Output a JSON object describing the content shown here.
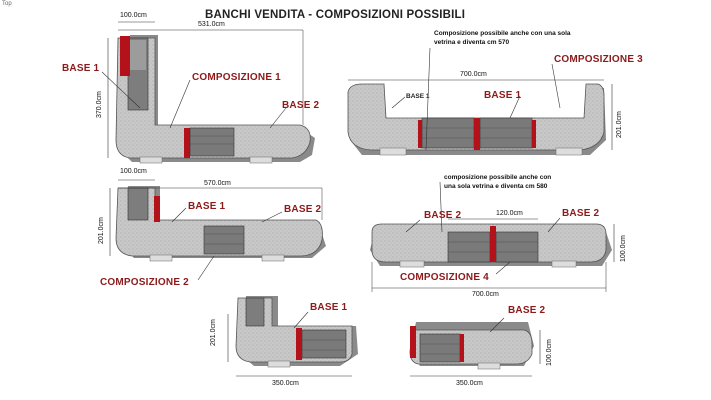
{
  "view_label": "Top",
  "title": "BANCHI VENDITA - COMPOSIZIONI POSSIBILI",
  "colors": {
    "label_red": "#8c1a1a",
    "counter_fill": "#c6c6c6",
    "counter_edge": "#555555",
    "accent_red": "#b3121b",
    "shadow": "#8a8a8a",
    "dim_line": "#333333"
  },
  "comp1": {
    "dim_width": "100.0cm",
    "dim_total": "531.0cm",
    "dim_depth": "370.0cm",
    "label_base1": "BASE 1",
    "label_comp": "COMPOSIZIONE 1",
    "label_base2": "BASE 2"
  },
  "comp3": {
    "note": "Composizione possibile anche con una sola vetrina e diventa cm 570",
    "label_comp": "COMPOSIZIONE 3",
    "dim_total": "700.0cm",
    "label_base1_left": "BASE 1",
    "label_base1_right": "BASE 1",
    "dim_depth": "201.0cm"
  },
  "comp2": {
    "dim_width": "100.0cm",
    "dim_total": "570.0cm",
    "dim_depth": "201.0cm",
    "label_base1": "BASE 1",
    "label_base2": "BASE 2",
    "label_comp": "COMPOSIZIONE 2"
  },
  "comp4": {
    "note": "composizione possibile anche con una sola vetrina e diventa cm 580",
    "label_base2_left": "BASE 2",
    "dim_middle": "120.0cm",
    "label_base2_right": "BASE 2",
    "dim_depth": "100.0cm",
    "label_comp": "COMPOSIZIONE 4",
    "dim_total": "700.0cm"
  },
  "comp5": {
    "label_base1": "BASE 1",
    "dim_depth": "201.0cm",
    "dim_total": "350.0cm"
  },
  "comp6": {
    "label_base2": "BASE 2",
    "dim_depth": "100.0cm",
    "dim_total": "350.0cm"
  }
}
